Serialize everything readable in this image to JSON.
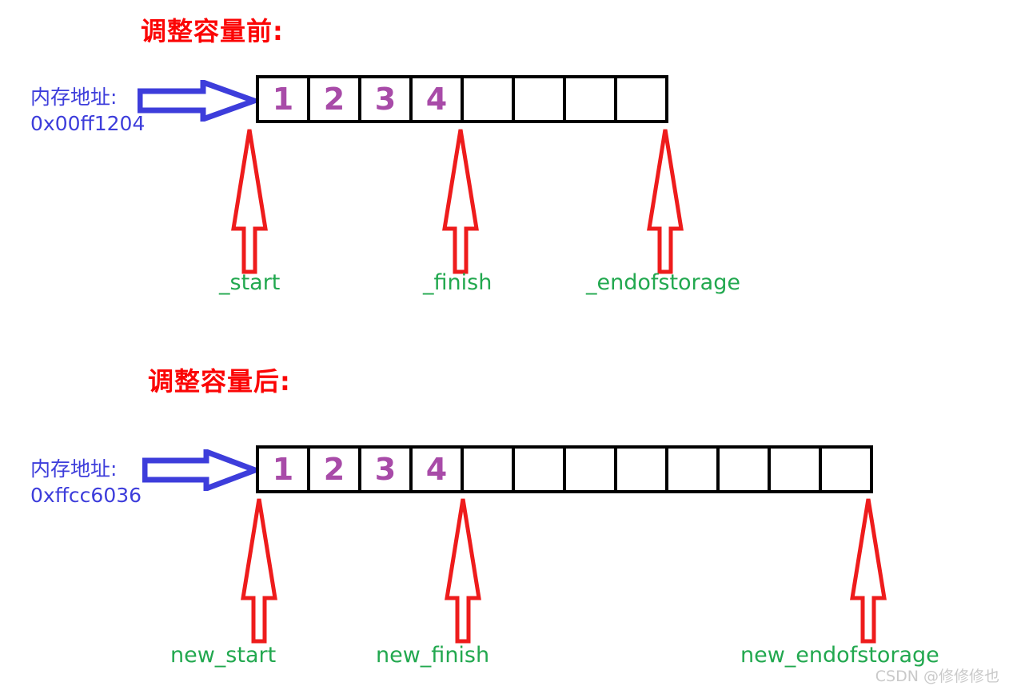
{
  "page": {
    "background": "#ffffff",
    "watermark": "CSDN @修修修也"
  },
  "colors": {
    "title_red": "#fb0505",
    "address_blue": "#3d3ddb",
    "arrow_blue": "#3d3ddb",
    "cell_value_purple": "#a84ba8",
    "pointer_green": "#22a84f",
    "arrow_red": "#ee1c1c",
    "box_black": "#000000",
    "watermark_gray": "#c9c9c9"
  },
  "sections": {
    "before": {
      "title": "调整容量前:",
      "address_label": "内存地址:",
      "address_value": "0x00ff1204",
      "pointer_arrow_icon": "right-arrow-icon",
      "array": {
        "cell_count": 8,
        "values": [
          "1",
          "2",
          "3",
          "4",
          "",
          "",
          "",
          ""
        ]
      },
      "pointers": [
        {
          "name": "_start",
          "cell_index": 0
        },
        {
          "name": "_finish",
          "cell_index": 4
        },
        {
          "name": "_endofstorage",
          "cell_index": 8
        }
      ]
    },
    "after": {
      "title": "调整容量后:",
      "address_label": "内存地址:",
      "address_value": "0xffcc6036",
      "pointer_arrow_icon": "right-arrow-icon",
      "array": {
        "cell_count": 12,
        "values": [
          "1",
          "2",
          "3",
          "4",
          "",
          "",
          "",
          "",
          "",
          "",
          "",
          ""
        ]
      },
      "pointers": [
        {
          "name": "new_start",
          "cell_index": 0
        },
        {
          "name": "new_finish",
          "cell_index": 4
        },
        {
          "name": "new_endofstorage",
          "cell_index": 12
        }
      ]
    }
  }
}
